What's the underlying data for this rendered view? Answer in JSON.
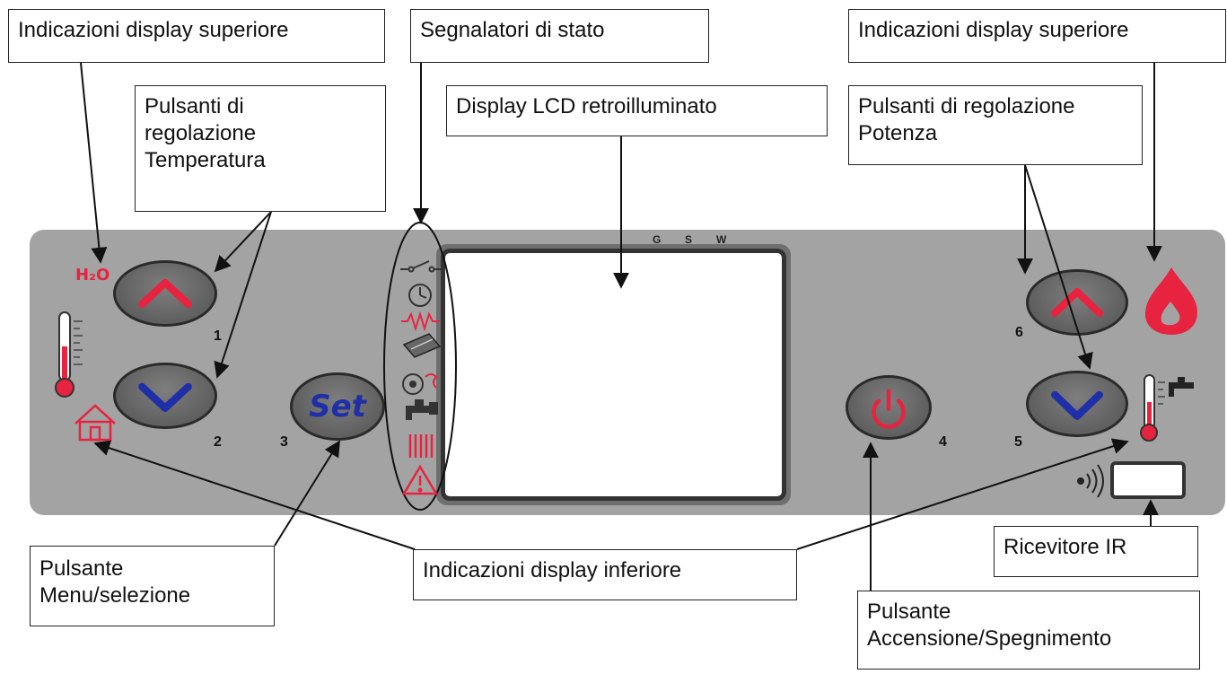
{
  "callouts": {
    "upper_display_left": "Indicazioni display superiore",
    "status_indicators": "Segnalatori di stato",
    "upper_display_right": "Indicazioni display superiore",
    "temp_buttons": "Pulsanti di\nregolazione\nTemperatura",
    "lcd_display": "Display LCD retroilluminato",
    "power_buttons": "Pulsanti di regolazione\nPotenza",
    "menu_button": "Pulsante\nMenu/selezione",
    "lower_display": "Indicazioni display inferiore",
    "ir_receiver": "Ricevitore IR",
    "onoff_button": "Pulsante\nAccensione/Spegnimento"
  },
  "panel": {
    "h2o_label": "H₂O",
    "lcd_top_labels": [
      "G",
      "S",
      "W"
    ],
    "button_numbers": [
      "1",
      "2",
      "3",
      "4",
      "5",
      "6"
    ],
    "set_label": "Set"
  },
  "colors": {
    "panel": "#a3a3a3",
    "accent_red": "#e8233f",
    "accent_blue": "#1e2fa8",
    "button": "#666666"
  },
  "icons": [
    "h2o-icon",
    "room-thermometer-icon",
    "house-icon",
    "switch-icon",
    "clock-icon",
    "resistor-icon",
    "pellet-auger-icon",
    "fan-icon",
    "tap-icon",
    "radiator-icon",
    "warning-icon",
    "flame-icon",
    "sanitary-thermometer-icon",
    "ir-wave-icon",
    "power-icon"
  ]
}
